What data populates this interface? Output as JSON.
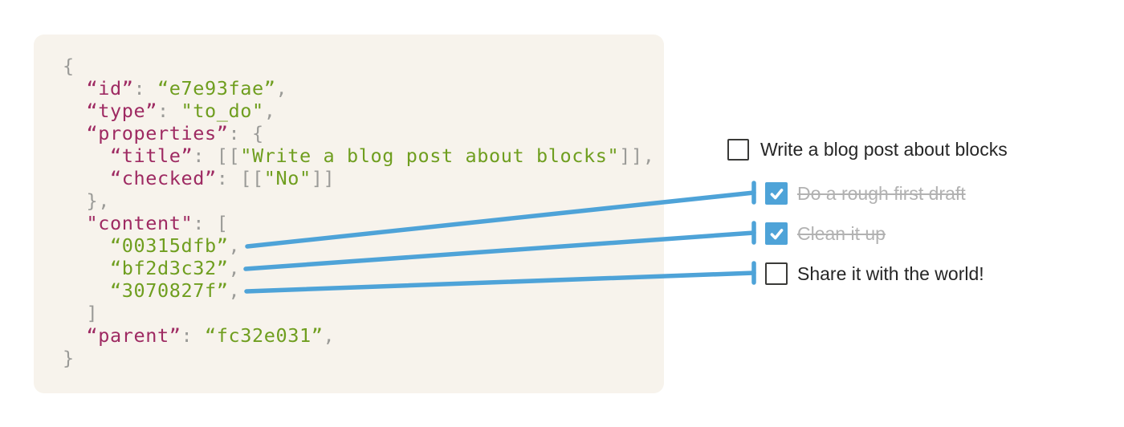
{
  "colors": {
    "page_bg": "#ffffff",
    "code_bg": "#f7f3ec",
    "key": "#9e2a62",
    "string": "#6f9e1f",
    "punct": "#9b9b98",
    "connector_blue": "#4ea3d8",
    "todo_text": "#262626",
    "todo_done_text": "#b2b2b2",
    "checkbox_border": "#3a3a38",
    "checkbox_checked_bg": "#4ea3d8"
  },
  "code": {
    "lines": [
      [
        {
          "t": "{",
          "c": "p"
        }
      ],
      [
        {
          "t": "  ",
          "c": "p"
        },
        {
          "t": "“id”",
          "c": "k"
        },
        {
          "t": ": ",
          "c": "p"
        },
        {
          "t": "“e7e93fae”",
          "c": "s"
        },
        {
          "t": ",",
          "c": "p"
        }
      ],
      [
        {
          "t": "  ",
          "c": "p"
        },
        {
          "t": "“type”",
          "c": "k"
        },
        {
          "t": ": ",
          "c": "p"
        },
        {
          "t": "\"to_do\"",
          "c": "s"
        },
        {
          "t": ",",
          "c": "p"
        }
      ],
      [
        {
          "t": "  ",
          "c": "p"
        },
        {
          "t": "“properties”",
          "c": "k"
        },
        {
          "t": ": {",
          "c": "p"
        }
      ],
      [
        {
          "t": "    ",
          "c": "p"
        },
        {
          "t": "“title”",
          "c": "k"
        },
        {
          "t": ": [[",
          "c": "p"
        },
        {
          "t": "\"Write a blog post about blocks\"",
          "c": "s"
        },
        {
          "t": "]],",
          "c": "p"
        }
      ],
      [
        {
          "t": "    ",
          "c": "p"
        },
        {
          "t": "“checked”",
          "c": "k"
        },
        {
          "t": ": [[",
          "c": "p"
        },
        {
          "t": "\"No\"",
          "c": "s"
        },
        {
          "t": "]]",
          "c": "p"
        }
      ],
      [
        {
          "t": "  },",
          "c": "p"
        }
      ],
      [
        {
          "t": "  ",
          "c": "p"
        },
        {
          "t": "\"content\"",
          "c": "k"
        },
        {
          "t": ": [",
          "c": "p"
        }
      ],
      [
        {
          "t": "    ",
          "c": "p"
        },
        {
          "t": "“00315dfb”",
          "c": "s"
        },
        {
          "t": ",",
          "c": "p"
        }
      ],
      [
        {
          "t": "    ",
          "c": "p"
        },
        {
          "t": "“bf2d3c32”",
          "c": "s"
        },
        {
          "t": ",",
          "c": "p"
        }
      ],
      [
        {
          "t": "    ",
          "c": "p"
        },
        {
          "t": "“3070827f”",
          "c": "s"
        },
        {
          "t": ",",
          "c": "p"
        }
      ],
      [
        {
          "t": "  ]",
          "c": "p"
        }
      ],
      [
        {
          "t": "  ",
          "c": "p"
        },
        {
          "t": "“parent”",
          "c": "k"
        },
        {
          "t": ": ",
          "c": "p"
        },
        {
          "t": "“fc32e031”",
          "c": "s"
        },
        {
          "t": ",",
          "c": "p"
        }
      ],
      [
        {
          "t": "}",
          "c": "p"
        }
      ]
    ]
  },
  "todo": {
    "items": [
      {
        "label": "Write a blog post about blocks",
        "checked": false,
        "completed": false
      },
      {
        "label": "Do a rough first draft",
        "checked": true,
        "completed": true
      },
      {
        "label": "Clean it up",
        "checked": true,
        "completed": true
      },
      {
        "label": "Share it with the world!",
        "checked": false,
        "completed": false
      }
    ]
  },
  "connections": [
    {
      "from_content_id": "00315dfb",
      "to_item": "Do a rough first draft"
    },
    {
      "from_content_id": "bf2d3c32",
      "to_item": "Clean it up"
    },
    {
      "from_content_id": "3070827f",
      "to_item": "Share it with the world!"
    }
  ]
}
